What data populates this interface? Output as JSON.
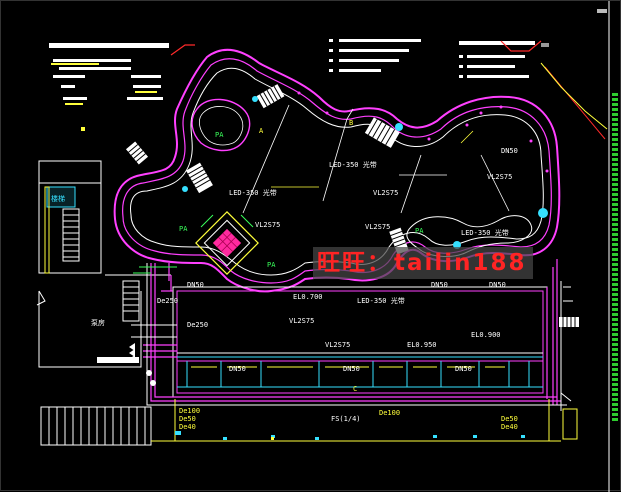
{
  "labels": {
    "zone_pa_1": "PA",
    "zone_pa_2": "PA",
    "zone_pa_3": "PA",
    "zone_pa_4": "PA",
    "led_label_1": "LED-350 光带",
    "led_label_2": "LED-350 光带",
    "led_label_3": "LED-350 光带",
    "led_label_4": "LED-350 光带",
    "cable_1": "VL2S75",
    "cable_2": "VL2S75",
    "cable_3": "VL2S75",
    "cable_4": "VL2S75",
    "cable_5": "VL2S75",
    "cable_6": "VL2S75",
    "dn_1": "DN50",
    "dn_2": "DN50",
    "dn_3": "DN50",
    "dn_4": "DN50",
    "dn_5": "DN50",
    "dn_6": "DN50",
    "dn_7": "DN50",
    "size_1": "De250",
    "size_2": "De250",
    "size_3": "De50",
    "size_4": "De40",
    "size_5": "De100",
    "size_6": "De50",
    "size_7": "De40",
    "size_8": "De100",
    "tag_1": "A",
    "tag_2": "B",
    "tag_3": "C",
    "pump_room": "泵房",
    "stair": "楼梯",
    "fs": "FS(1/4)",
    "el_1": "EL0.900",
    "el_2": "EL0.950",
    "el_3": "EL0.700"
  },
  "watermark": {
    "prefix": "旺旺：",
    "id": "tailin188"
  },
  "colors": {
    "background": "#000000",
    "magenta": "#ff40ff",
    "white": "#ffffff",
    "yellow": "#ffff3b",
    "cyan": "#36e0ff",
    "green": "#39ff5a",
    "red": "#ff2a2a",
    "watermark_text": "#ff2424"
  }
}
